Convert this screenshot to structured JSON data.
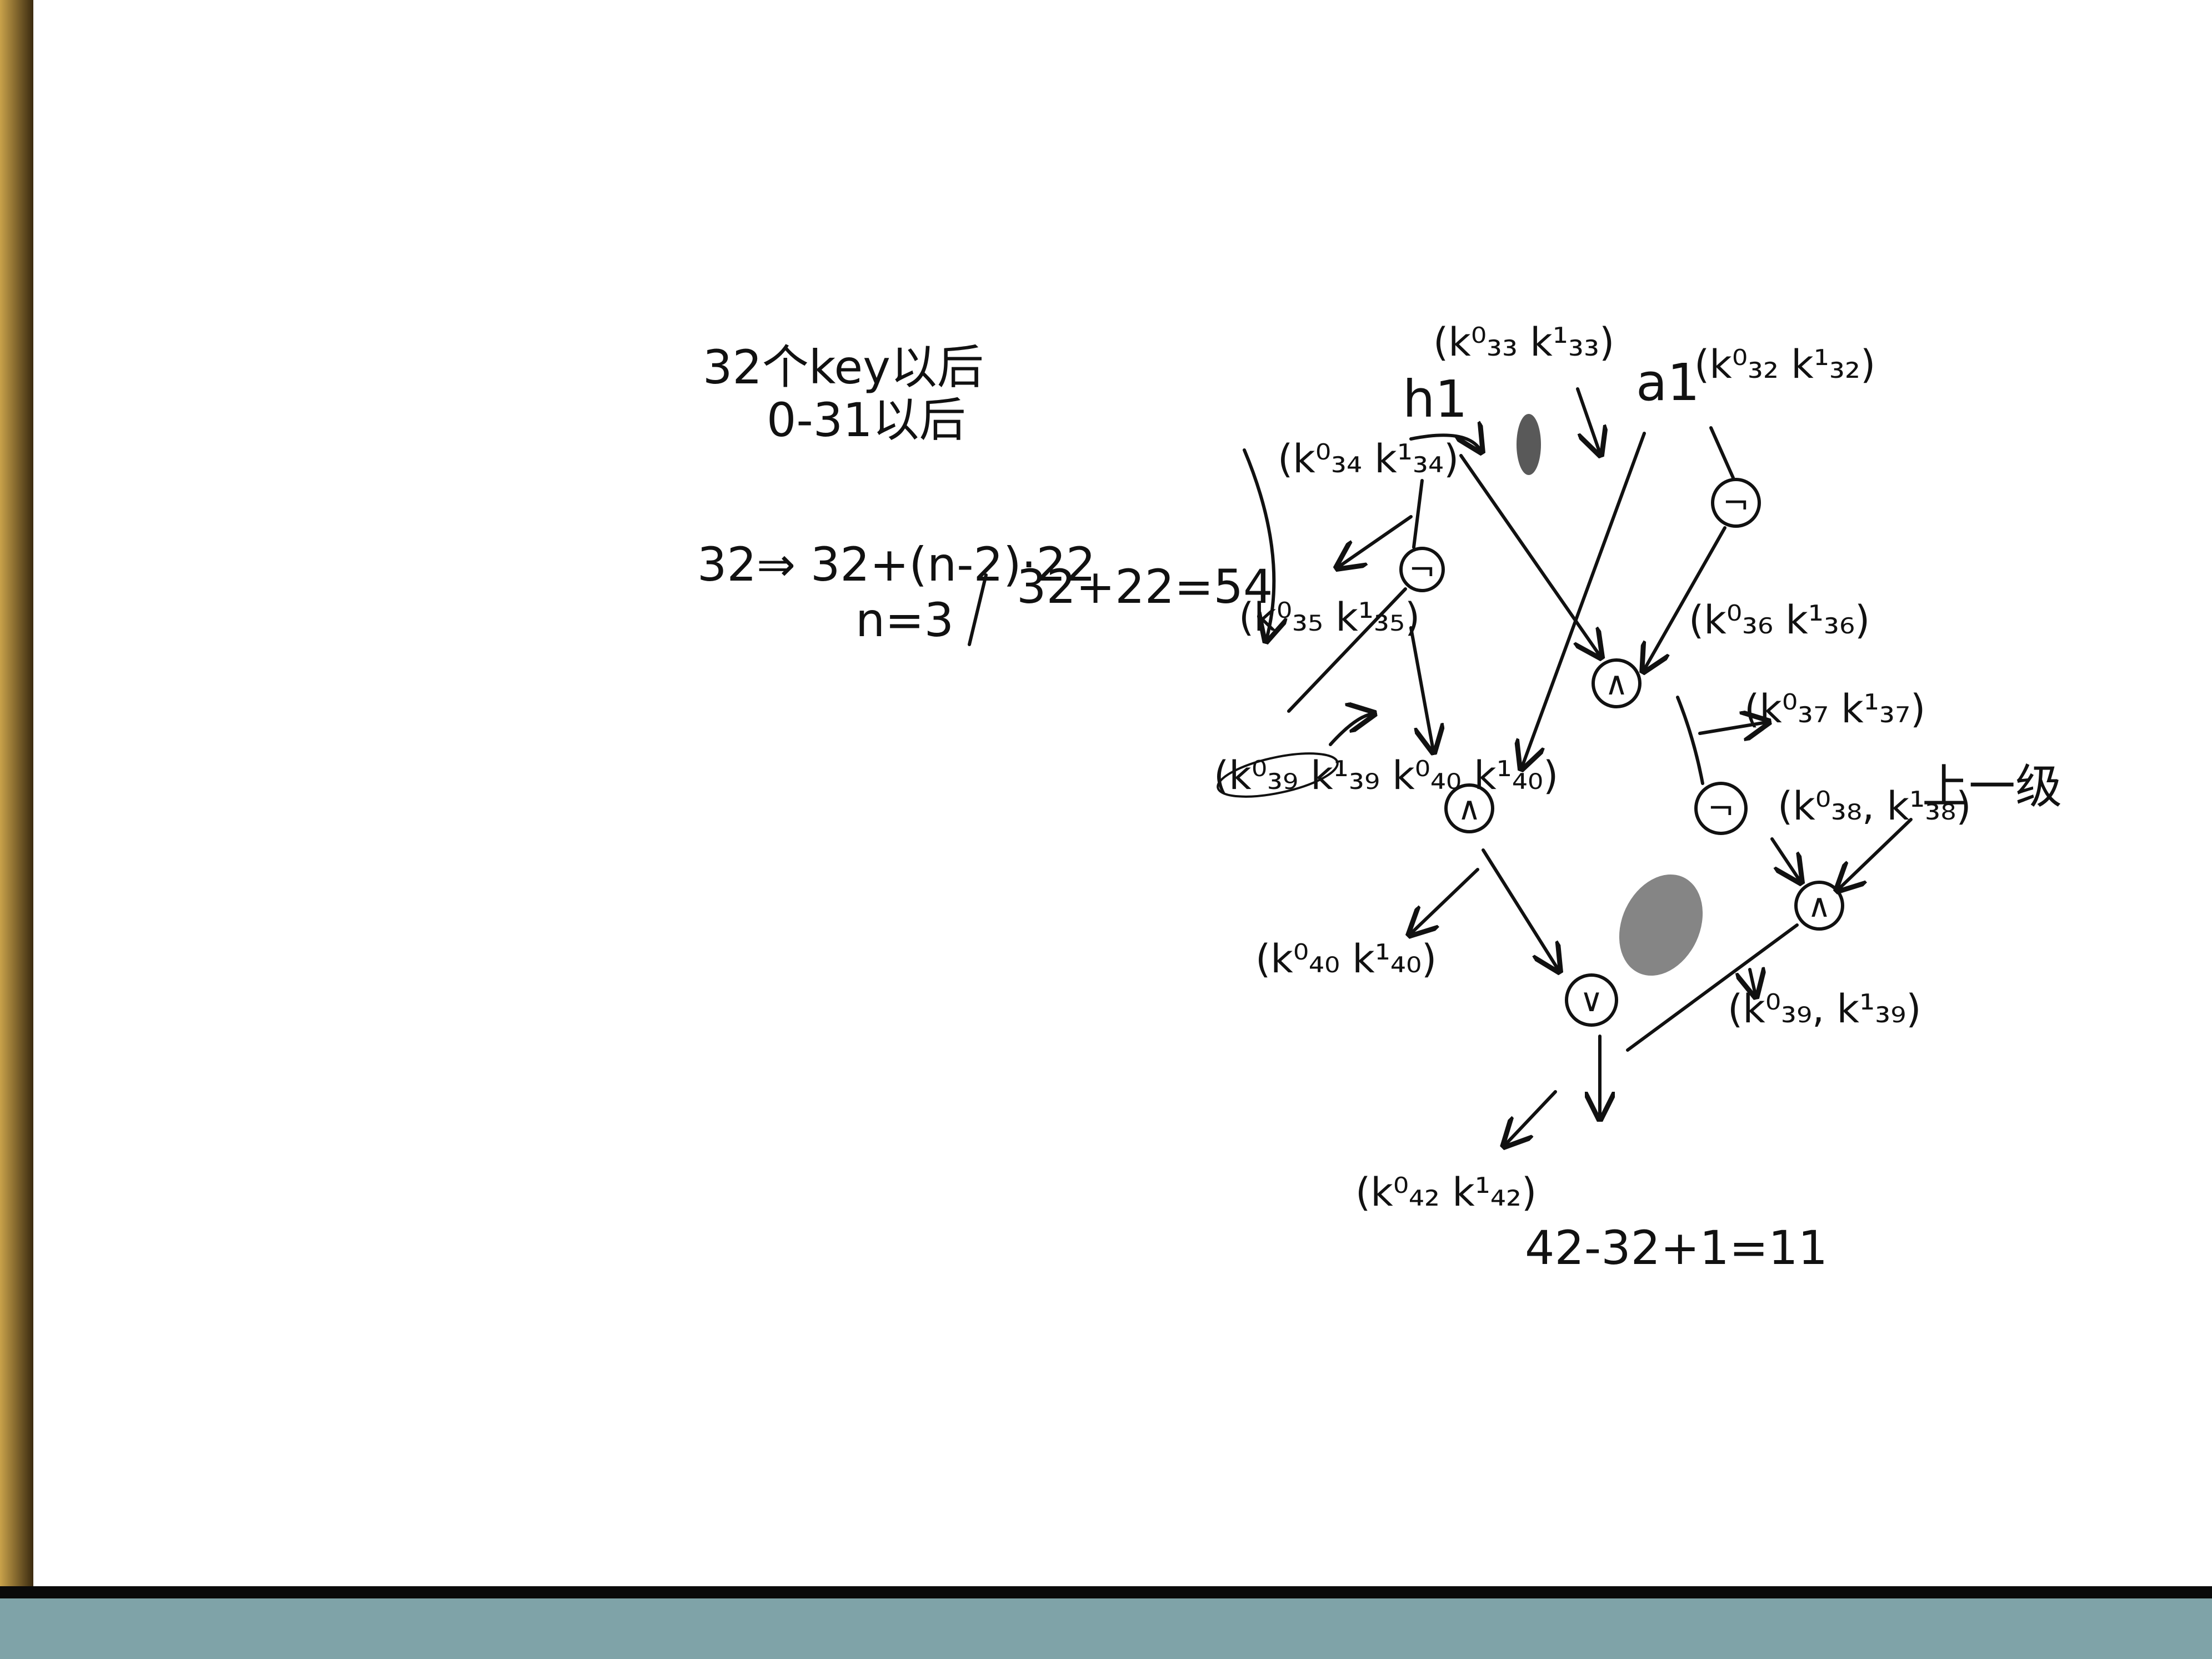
{
  "notes": {
    "line1": "32个key以后",
    "line2": "0-31以后",
    "formula": "32⇒ 32+(n-2)·22",
    "n_value": "n=3",
    "sum": "32+22=54",
    "count": "42-32+1=11",
    "prev_level": "上一级"
  },
  "inputs": {
    "h1": "h1",
    "a1": "a1"
  },
  "key_pairs": {
    "k33": "(k⁰₃₃ k¹₃₃)",
    "k32": "(k⁰₃₂ k¹₃₂)",
    "k34": "(k⁰₃₄ k¹₃₄)",
    "k35": "(k⁰₃₅ k¹₃₅)",
    "k36": "(k⁰₃₆ k¹₃₆)",
    "k37": "(k⁰₃₇ k¹₃₇)",
    "k38": "(k⁰₃₈, k¹₃₈)",
    "k39_k40": "(k⁰₃₉ k¹₃₉ k⁰₄₀ k¹₄₀)",
    "k40": "(k⁰₄₀ k¹₄₀)",
    "k39": "(k⁰₃₉, k¹₃₉)",
    "k42": "(k⁰₄₂ k¹₄₂)"
  },
  "gates": {
    "not_top_left": "¬",
    "not_top_right": "¬",
    "and_center": "∧",
    "and_left": "∧",
    "not_mid_right": "¬",
    "and_right": "∧",
    "or_bottom": "∨"
  },
  "colors": {
    "ink": "#111111",
    "paper": "#ffffff",
    "border": "#0a0a0a"
  }
}
